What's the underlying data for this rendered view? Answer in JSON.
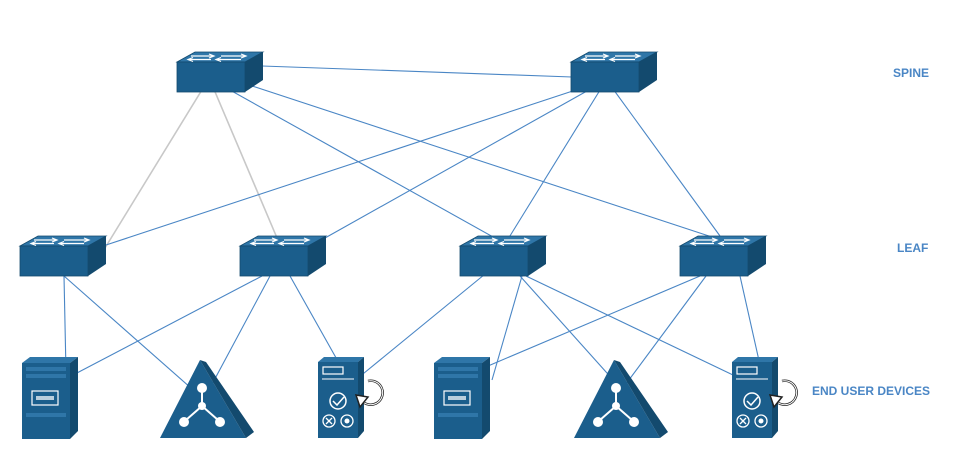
{
  "labels": {
    "spine": "SPINE",
    "leaf": "LEAF",
    "end_user_devices": "END USER DEVICES"
  },
  "colors": {
    "device_fill": "#1b5e8c",
    "device_dark": "#134a6e",
    "link_blue": "#4a86c5",
    "link_grey": "#c8c8c8",
    "label_text": "#4a86c5"
  },
  "tiers": {
    "spine": [
      "spine-switch-1",
      "spine-switch-2"
    ],
    "leaf": [
      "leaf-switch-1",
      "leaf-switch-2",
      "leaf-switch-3",
      "leaf-switch-4"
    ],
    "end_user_devices": [
      "server-1",
      "router-1",
      "backup-server-1",
      "server-2",
      "router-2",
      "backup-server-2"
    ]
  },
  "icons": {
    "switch": "network-switch-icon",
    "server": "server-icon",
    "router": "router-triangle-icon",
    "backup_server": "backup-server-icon"
  },
  "links": [
    {
      "from": "spine-switch-1",
      "to": "spine-switch-2",
      "style": "blue"
    },
    {
      "from": "spine-switch-1",
      "to": "leaf-switch-1",
      "style": "grey"
    },
    {
      "from": "spine-switch-1",
      "to": "leaf-switch-2",
      "style": "grey"
    },
    {
      "from": "spine-switch-1",
      "to": "leaf-switch-3",
      "style": "blue"
    },
    {
      "from": "spine-switch-1",
      "to": "leaf-switch-4",
      "style": "blue"
    },
    {
      "from": "spine-switch-2",
      "to": "leaf-switch-1",
      "style": "blue"
    },
    {
      "from": "spine-switch-2",
      "to": "leaf-switch-2",
      "style": "blue"
    },
    {
      "from": "spine-switch-2",
      "to": "leaf-switch-3",
      "style": "blue"
    },
    {
      "from": "spine-switch-2",
      "to": "leaf-switch-4",
      "style": "blue"
    },
    {
      "from": "leaf-switch-1",
      "to": "server-1",
      "style": "blue"
    },
    {
      "from": "leaf-switch-1",
      "to": "router-1",
      "style": "blue"
    },
    {
      "from": "leaf-switch-2",
      "to": "server-1",
      "style": "blue"
    },
    {
      "from": "leaf-switch-2",
      "to": "router-1",
      "style": "blue"
    },
    {
      "from": "leaf-switch-2",
      "to": "backup-server-1",
      "style": "blue"
    },
    {
      "from": "leaf-switch-3",
      "to": "backup-server-1",
      "style": "blue"
    },
    {
      "from": "leaf-switch-3",
      "to": "server-2",
      "style": "blue"
    },
    {
      "from": "leaf-switch-3",
      "to": "router-2",
      "style": "blue"
    },
    {
      "from": "leaf-switch-3",
      "to": "backup-server-2",
      "style": "blue"
    },
    {
      "from": "leaf-switch-4",
      "to": "server-2",
      "style": "blue"
    },
    {
      "from": "leaf-switch-4",
      "to": "router-2",
      "style": "blue"
    },
    {
      "from": "leaf-switch-4",
      "to": "backup-server-2",
      "style": "blue"
    }
  ]
}
